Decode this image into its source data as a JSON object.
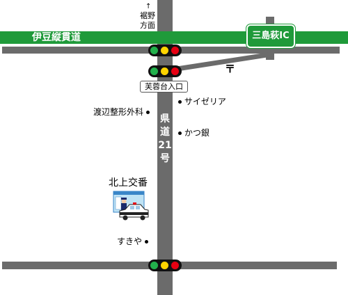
{
  "direction": {
    "arrow": "↑",
    "line1": "裾野",
    "line2": "方面"
  },
  "expressway": {
    "name": "伊豆縦貫道",
    "color": "#1f9a3a"
  },
  "interchange": {
    "name": "三島萩IC"
  },
  "post_office_symbol": "〒",
  "entrance_label": "芙蓉台入口",
  "route_label": [
    "県",
    "道",
    "21",
    "号"
  ],
  "landmarks": [
    {
      "name": "サイゼリア",
      "dot_side": "left"
    },
    {
      "name": "渡辺整形外科",
      "dot_side": "right"
    },
    {
      "name": "かつ銀",
      "dot_side": "left"
    },
    {
      "name": "すきや",
      "dot_side": "right"
    }
  ],
  "police_box": {
    "name": "北上交番"
  },
  "traffic_light_colors": {
    "green": "#22b14c",
    "yellow": "#ffd400",
    "red": "#e60012"
  }
}
